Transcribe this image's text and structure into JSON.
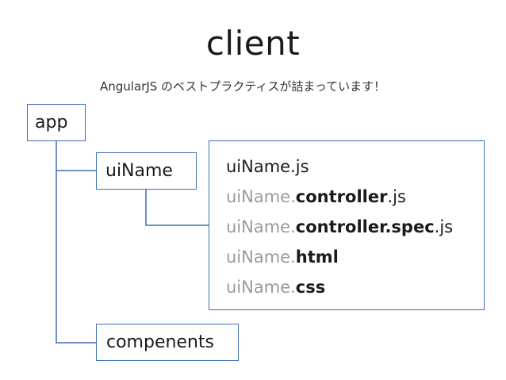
{
  "title": "client",
  "subtitle": "AngularJS のベストプラクティスが詰まっています！",
  "boxes": {
    "app": "app",
    "ui_name": "uiName",
    "compenents": "compenents"
  },
  "files": [
    {
      "base": "uiName",
      "dot1": ".",
      "mid": "",
      "dot2": "",
      "ext": "js"
    },
    {
      "base": "uiName",
      "dot1": ".",
      "mid": "controller",
      "dot2": ".",
      "ext": "js"
    },
    {
      "base": "uiName",
      "dot1": ".",
      "mid": "controller.spec",
      "dot2": ".",
      "ext": "js"
    },
    {
      "base": "uiName",
      "dot1": ".",
      "mid": "html",
      "dot2": "",
      "ext": ""
    },
    {
      "base": "uiName",
      "dot1": ".",
      "mid": "css",
      "dot2": "",
      "ext": ""
    }
  ],
  "colors": {
    "box_border": "#3f6fb4",
    "text_dark": "#1a1a1a",
    "text_gray": "#9a9a9a"
  }
}
